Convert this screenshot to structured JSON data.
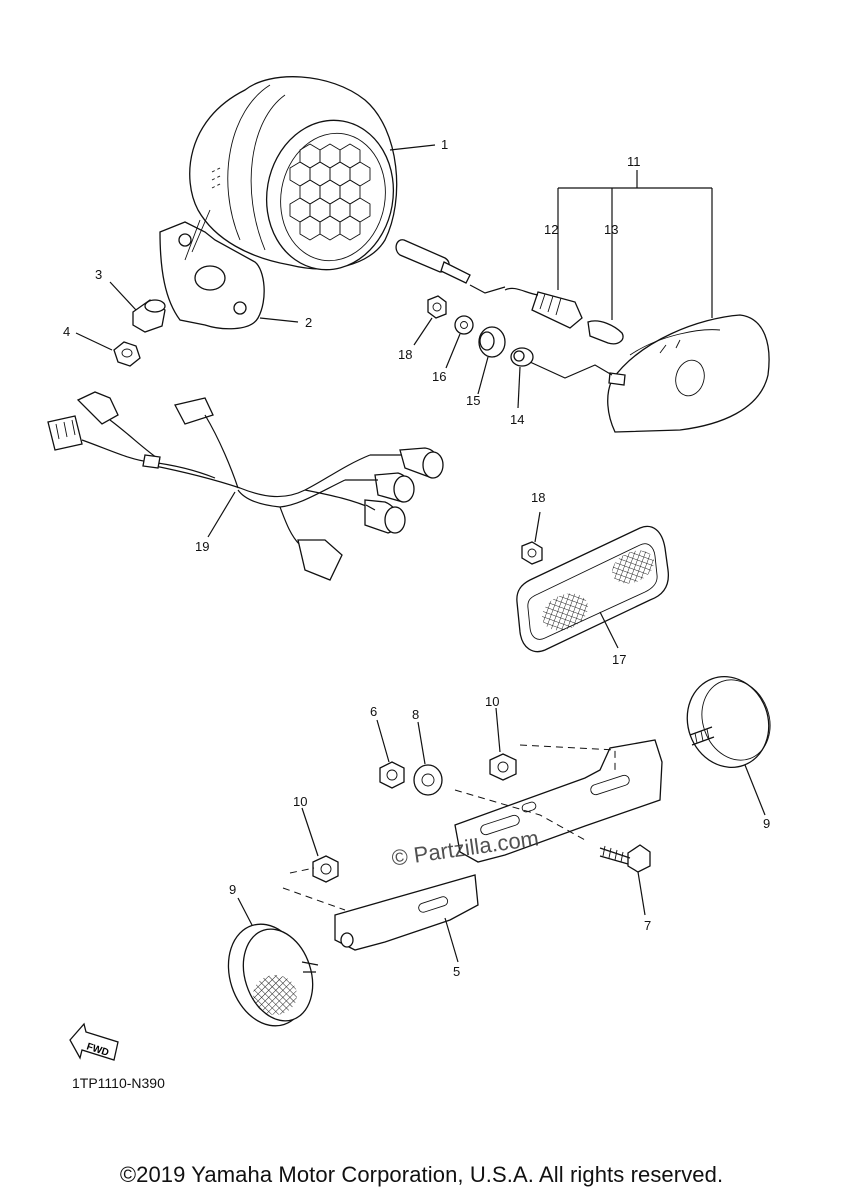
{
  "callouts": {
    "c1": "1",
    "c2": "2",
    "c3": "3",
    "c4": "4",
    "c5": "5",
    "c6": "6",
    "c7": "7",
    "c8": "8",
    "c9a": "9",
    "c9b": "9",
    "c10a": "10",
    "c10b": "10",
    "c11": "11",
    "c12": "12",
    "c13": "13",
    "c14": "14",
    "c15": "15",
    "c16": "16",
    "c17": "17",
    "c18a": "18",
    "c18b": "18",
    "c19": "19"
  },
  "fwd_label": "FWD",
  "diagram_code": "1TP1110-N390",
  "watermark": "© Partzilla.com",
  "copyright": "©2019 Yamaha Motor Corporation, U.S.A. All rights reserved."
}
